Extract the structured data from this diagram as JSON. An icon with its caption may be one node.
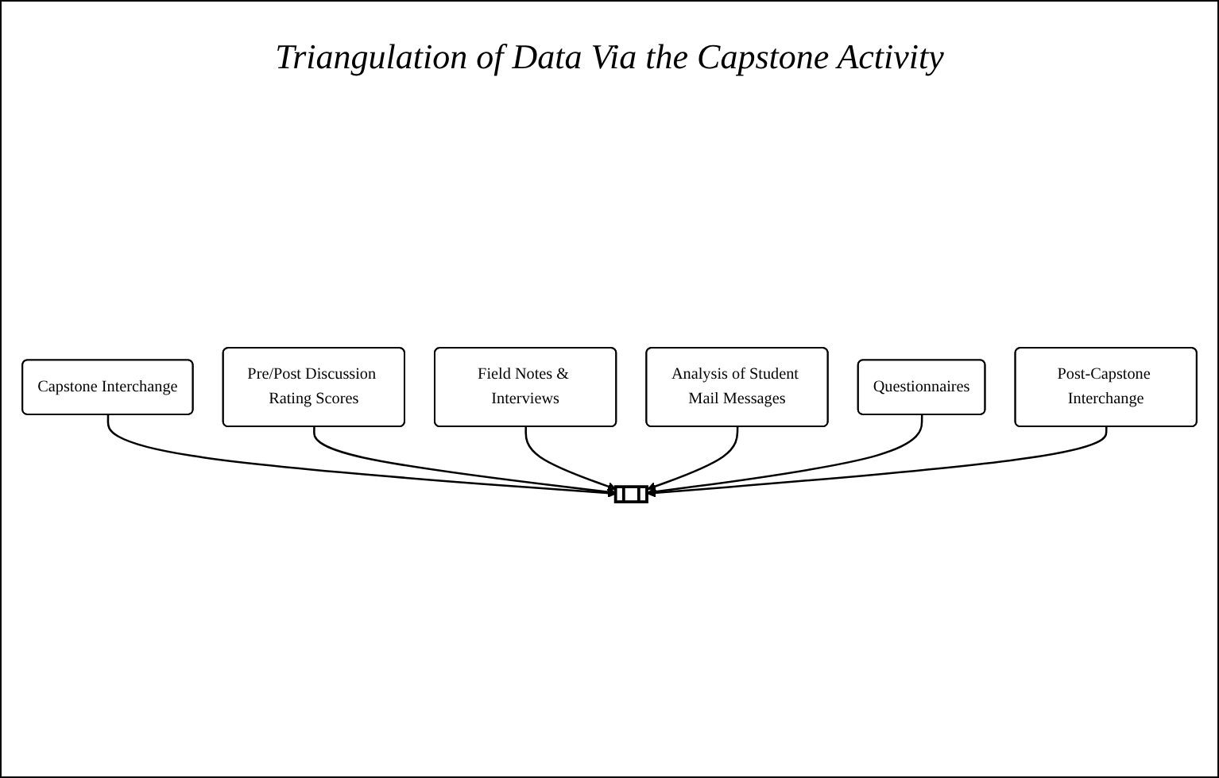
{
  "diagram": {
    "title": "Triangulation of Data Via the Capstone Activity",
    "nodes": [
      {
        "text": [
          "Capstone Interchange"
        ]
      },
      {
        "text": [
          "Pre/Post Discussion Rating Scores"
        ]
      },
      {
        "text": [
          "Field Notes & Interviews"
        ]
      },
      {
        "text": [
          "Analysis of Student Mail Messages"
        ]
      },
      {
        "text": [
          "Questionnaires"
        ]
      },
      {
        "text": [
          "Post-Capstone Interchange"
        ]
      },
      {
        "text": [],
        "shape": "cube"
      }
    ],
    "edges": [
      {
        "from": 0,
        "to": 6,
        "arrow": "to"
      },
      {
        "from": 1,
        "to": 6,
        "arrow": "to"
      },
      {
        "from": 2,
        "to": 6,
        "arrow": "to"
      },
      {
        "from": 3,
        "to": 6,
        "arrow": "to"
      },
      {
        "from": 4,
        "to": 6,
        "arrow": "to"
      },
      {
        "from": 5,
        "to": 6,
        "arrow": "to"
      }
    ]
  }
}
